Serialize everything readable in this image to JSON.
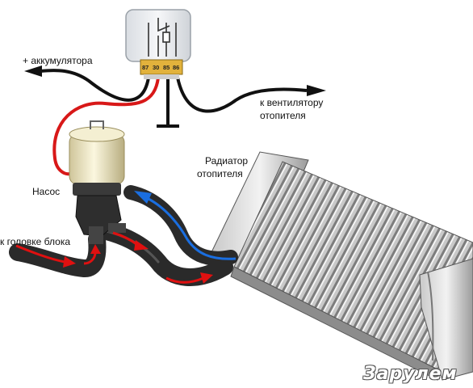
{
  "labels": {
    "battery": "+ аккумулятора",
    "fan_line1": "к вентилятору",
    "fan_line2": "отопителя",
    "radiator_line1": "Радиатор",
    "radiator_line2": "отопителя",
    "pump": "Насос",
    "engine": "к головке блока"
  },
  "relay": {
    "pins": [
      "87",
      "30",
      "85",
      "86"
    ]
  },
  "watermark": "Зарулем",
  "colors": {
    "hot_flow": "#e01010",
    "cold_flow": "#1a6ee0",
    "hose": "#2a2a2a",
    "wire_positive": "#d81818",
    "wire": "#111111"
  }
}
